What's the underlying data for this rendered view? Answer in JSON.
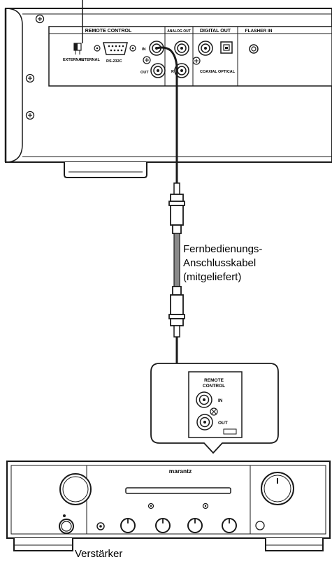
{
  "player_panel": {
    "remote_control_header": "REMOTE CONTROL",
    "analog_out_header": "ANALOG OUT",
    "digital_out_header": "DIGITAL OUT",
    "flasher_in_header": "FLASHER IN",
    "switch_external": "EXTERNAL",
    "switch_internal": "INTERNAL",
    "rs232c": "RS-232C",
    "remote_in": "IN",
    "remote_out": "OUT",
    "analog_r": "R",
    "coaxial": "COAXIAL",
    "optical": "OPTICAL"
  },
  "cable_label": {
    "line1": "Fernbedienungs-",
    "line2": "Anschlusskabel",
    "line3": "(mitgeliefert)"
  },
  "callout": {
    "title_line1": "REMOTE",
    "title_line2": "CONTROL",
    "in": "IN",
    "out": "OUT"
  },
  "amplifier": {
    "brand": "marantz",
    "label": "Verstärker"
  },
  "colors": {
    "line": "#1a1a1a",
    "panel_fill": "#ffffff",
    "cable_gray": "#8a8a8a"
  }
}
